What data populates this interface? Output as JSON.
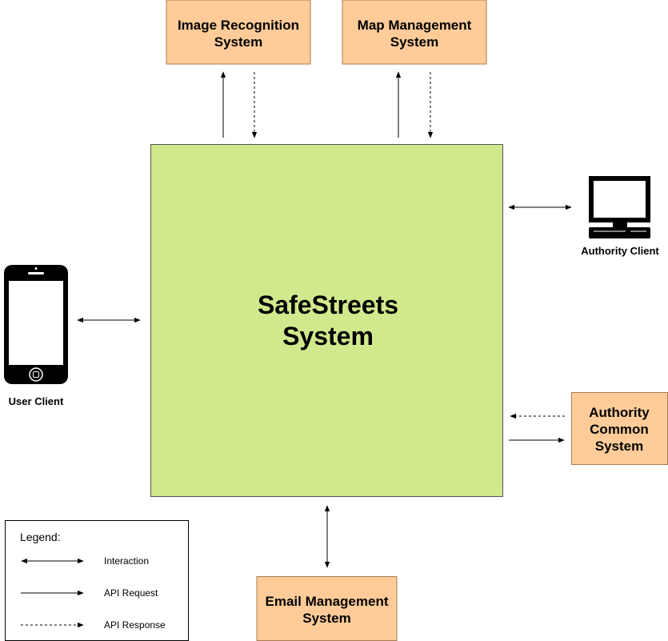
{
  "nodes": {
    "image_recognition": {
      "line1": "Image Recognition",
      "line2": "System"
    },
    "map_management": {
      "line1": "Map Management",
      "line2": "System"
    },
    "central": {
      "line1": "SafeStreets",
      "line2": "System"
    },
    "user_client": {
      "label": "User Client"
    },
    "authority_client": {
      "label": "Authority Client"
    },
    "authority_common": {
      "line1": "Authority",
      "line2": "Common",
      "line3": "System"
    },
    "email_management": {
      "line1": "Email Management",
      "line2": "System"
    }
  },
  "legend": {
    "title": "Legend:",
    "interaction": "Interaction",
    "api_request": "API Request",
    "api_response": "API Response"
  },
  "colors": {
    "external_system_fill": "#FFCC99",
    "external_system_stroke": "#A67C52",
    "central_fill": "#D1E98D",
    "central_stroke": "#555555"
  }
}
